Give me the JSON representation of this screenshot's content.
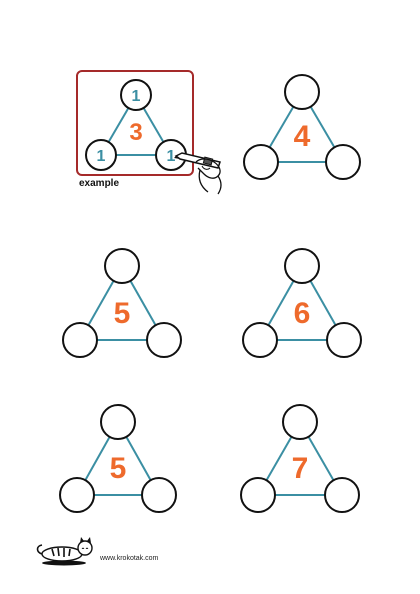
{
  "example": {
    "label": "example",
    "center": "3",
    "top": "1",
    "left": "1",
    "right": "1"
  },
  "puzzles": [
    {
      "center": "4"
    },
    {
      "center": "5"
    },
    {
      "center": "6"
    },
    {
      "center": "5"
    },
    {
      "center": "7"
    }
  ],
  "footer": {
    "url": "www.krokotak.com",
    "logo": "sleeping-cat-logo"
  },
  "colors": {
    "line": "#3b8fa3",
    "center_number": "#ee6a2c",
    "corner_number": "#3b8fa3",
    "frame": "#a52a2a",
    "circle_stroke": "#111111"
  },
  "icons": {
    "pen": "pen-in-hand-icon"
  }
}
